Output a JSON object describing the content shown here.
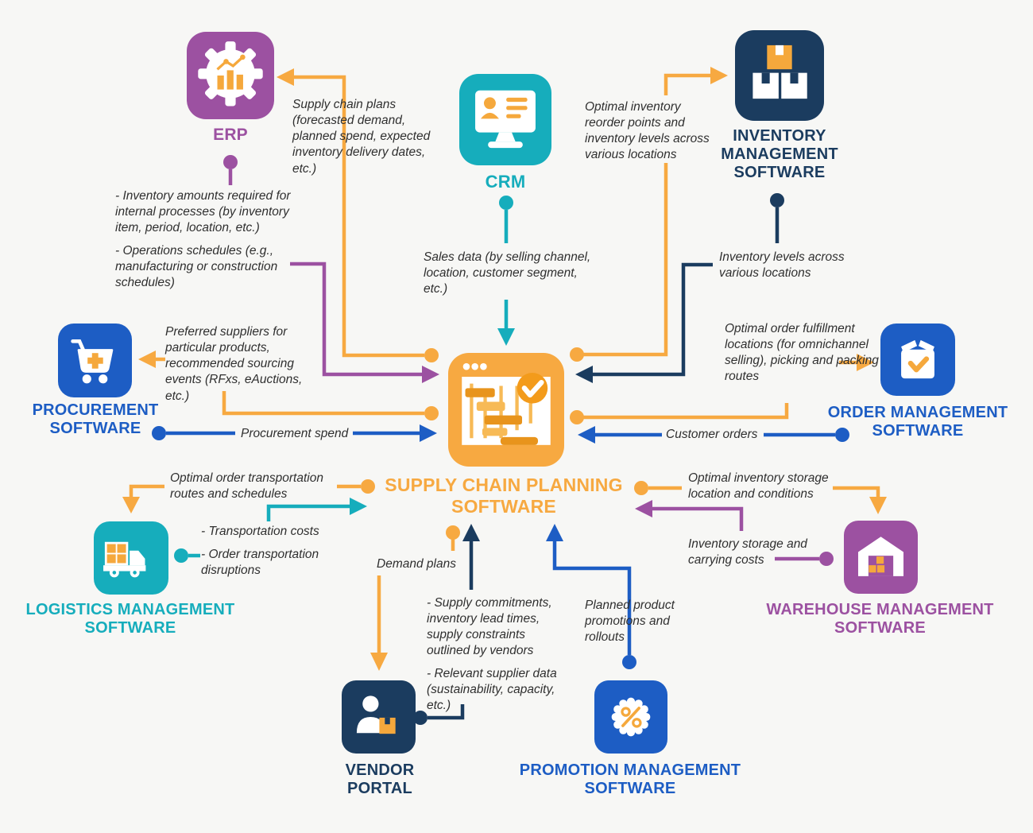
{
  "colors": {
    "background": "#f7f7f5",
    "orange": "#f7a941",
    "teal": "#16adbc",
    "navy": "#1b3c5f",
    "blue": "#1d5dc4",
    "purple": "#9c51a1",
    "annotation_text": "#2f2f2f"
  },
  "nodes": {
    "erp": {
      "label": "ERP"
    },
    "crm": {
      "label": "CRM"
    },
    "inventory": {
      "label": "INVENTORY MANAGEMENT SOFTWARE"
    },
    "procurement": {
      "label": "PROCUREMENT SOFTWARE"
    },
    "order": {
      "label": "ORDER MANAGEMENT SOFTWARE"
    },
    "scp": {
      "label": "SUPPLY CHAIN PLANNING SOFTWARE"
    },
    "logistics": {
      "label": "LOGISTICS MANAGEMENT SOFTWARE"
    },
    "vendor": {
      "label": "VENDOR PORTAL"
    },
    "promotion": {
      "label": "PROMOTION MANAGEMENT SOFTWARE"
    },
    "warehouse": {
      "label": "WAREHOUSE MANAGEMENT SOFTWARE"
    }
  },
  "annotations": {
    "supply_chain_plans": "Supply chain plans (forecasted demand, planned spend, expected inventory delivery dates, etc.)",
    "erp_inputs_1": "- Inventory amounts required for internal processes (by inventory item, period, location, etc.)",
    "erp_inputs_2": "- Operations schedules (e.g., manufacturing or construction schedules)",
    "optimal_reorder": "Optimal inventory reorder points and inventory levels across various locations",
    "sales_data": "Sales data (by selling channel, location, customer segment, etc.)",
    "inventory_levels": "Inventory levels across various locations",
    "preferred_suppliers": "Preferred suppliers for particular products, recommended sourcing events (RFxs, eAuctions, etc.)",
    "procurement_spend": "Procurement spend",
    "optimal_fulfillment": "Optimal order fulfillment locations (for omnichannel selling), picking and packing routes",
    "customer_orders": "Customer orders",
    "optimal_transport": "Optimal order transportation routes and schedules",
    "transport_costs_1": "- Transportation costs",
    "transport_costs_2": "- Order transportation disruptions",
    "demand_plans": "Demand plans",
    "supply_commitments_1": "- Supply commitments, inventory lead times, supply constraints outlined by vendors",
    "supply_commitments_2": "- Relevant supplier data (sustainability, capacity, etc.)",
    "planned_promotions": "Planned product promotions and rollouts",
    "optimal_storage": "Optimal inventory storage location and conditions",
    "storage_costs": "Inventory storage and carrying costs"
  }
}
